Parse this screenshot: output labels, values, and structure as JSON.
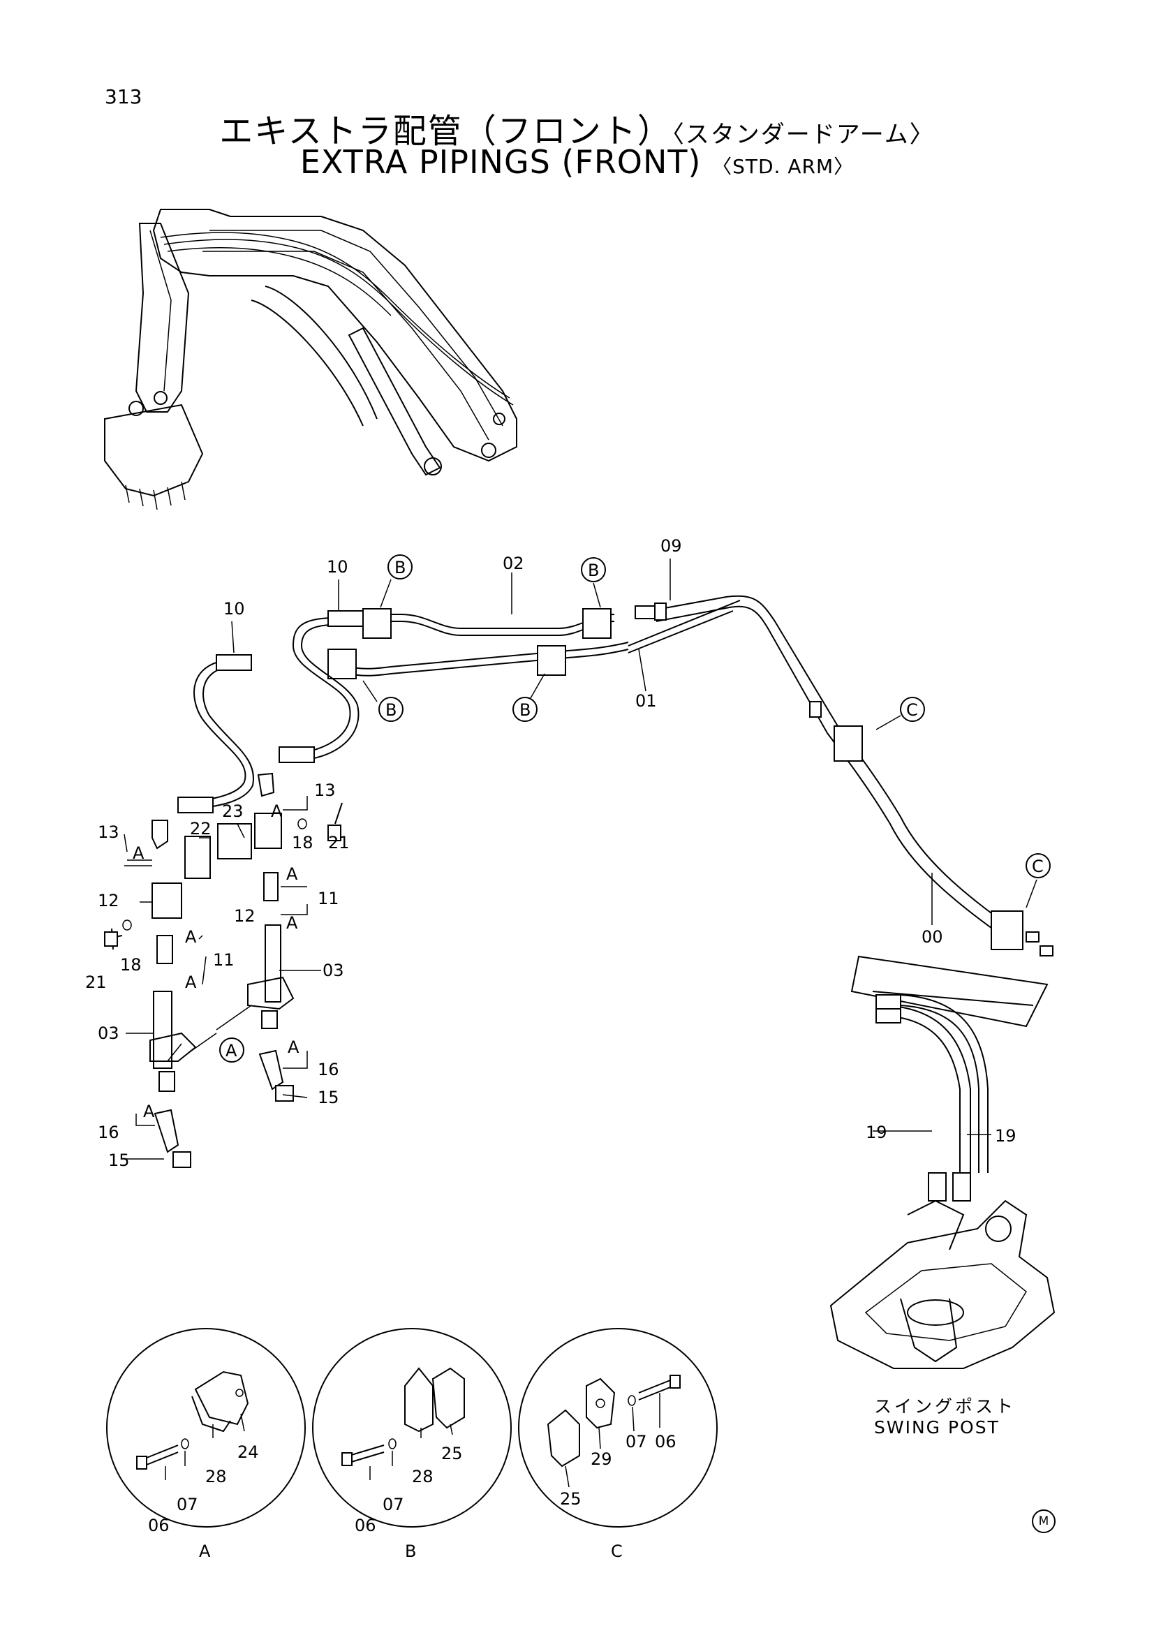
{
  "page_number": "313",
  "title": {
    "ja": "エキストラ配管（フロント）",
    "ja_sub": "〈スタンダードアーム〉",
    "en": "EXTRA PIPINGS (FRONT)",
    "en_sub": "〈STD. ARM〉"
  },
  "callouts": [
    "00",
    "01",
    "02",
    "03",
    "06",
    "07",
    "09",
    "10",
    "11",
    "12",
    "13",
    "15",
    "16",
    "18",
    "19",
    "21",
    "22",
    "23",
    "24",
    "25",
    "28",
    "29"
  ],
  "detail_refs": [
    "A",
    "B",
    "C"
  ],
  "swing_post": {
    "ja": "スイングポスト",
    "en": "SWING POST"
  },
  "footer_mark": "M"
}
